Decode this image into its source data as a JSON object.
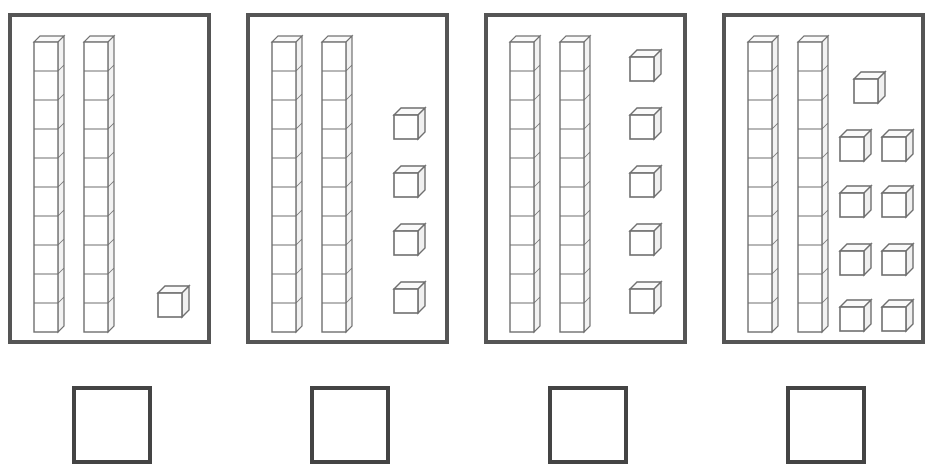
{
  "title": "",
  "colors": {
    "panel_border": "#555555",
    "cube_stroke": "#6f6f6f",
    "answer_border": "#444444"
  },
  "figures": [
    {
      "tens": 2,
      "ones": 1
    },
    {
      "tens": 2,
      "ones": 4
    },
    {
      "tens": 2,
      "ones": 5
    },
    {
      "tens": 2,
      "ones": 9
    }
  ],
  "answers": [
    "",
    "",
    "",
    ""
  ]
}
